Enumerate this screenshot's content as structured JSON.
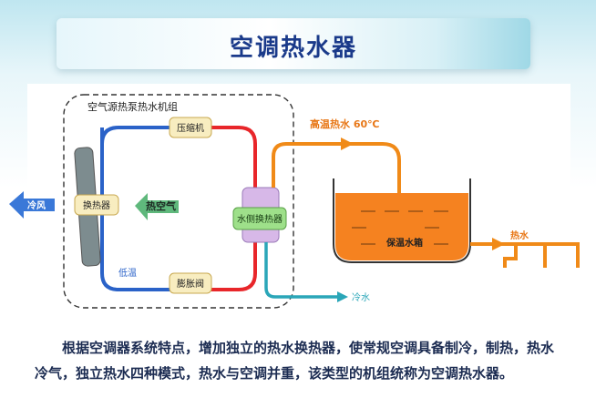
{
  "title": "空调热水器",
  "diagram": {
    "unit_label": "空气源热泵热水机组",
    "compressor": "压缩机",
    "heat_exchanger": "换热器",
    "hot_air": "热空气",
    "cold_wind": "冷风",
    "low_temp": "低温",
    "expansion_valve": "膨胀阀",
    "water_side_exchanger": "水侧换热器",
    "high_temp_water": "高温热水 60℃",
    "tank": "保温水箱",
    "hot_water": "热水",
    "cold_water": "冷水"
  },
  "caption": "根据空调器系统特点，增加独立的热水换热器，使常规空调具备制冷，制热，热水冷气，独立热水四种模式，热水与空调并重，该类型的机组统称为空调热水器。",
  "colors": {
    "title": "#1a3a8a",
    "hot_pipe": "#e8262a",
    "cold_pipe": "#2a62c8",
    "water_pipe": "#f08a18",
    "return_pipe": "#2aa6b8",
    "tank_water": "#f58220"
  }
}
